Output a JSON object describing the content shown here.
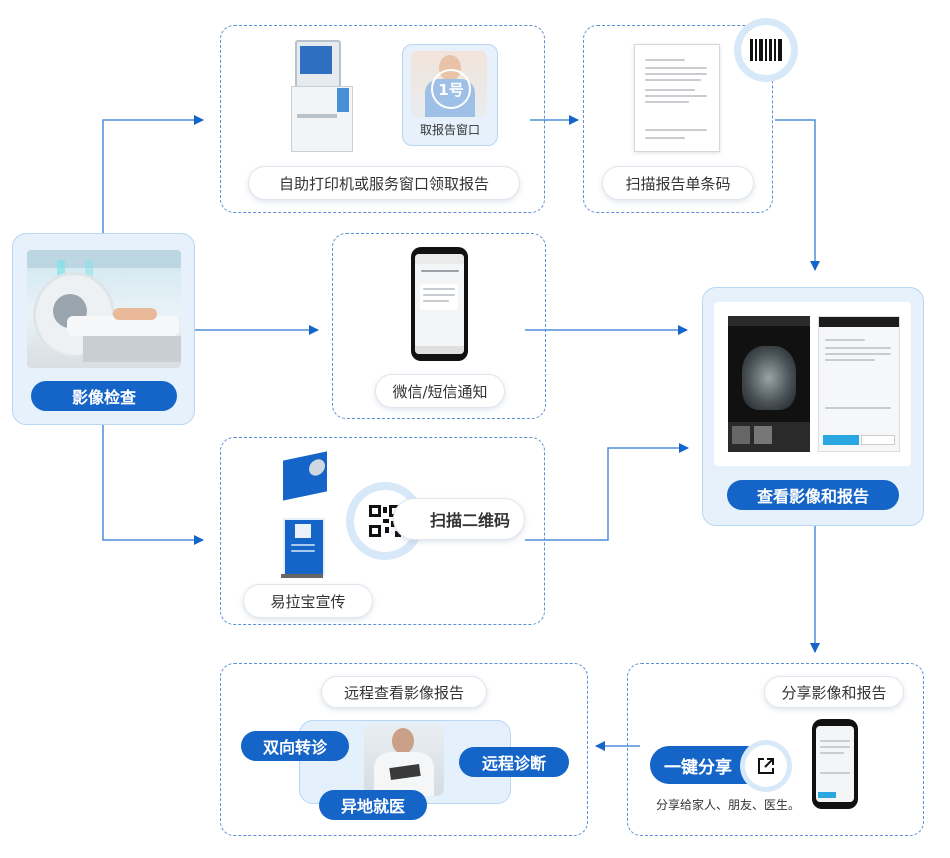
{
  "nodes": {
    "imaging_exam": "影像检查",
    "self_print": "自助打印机或服务窗口领取报告",
    "report_window": "取报告窗口",
    "window_number": "1号",
    "scan_barcode_report": "扫描报告单条码",
    "wechat_sms": "微信/短信通知",
    "banner_ad": "易拉宝宣传",
    "scan_qr": "扫描二维码",
    "view_images": "查看影像和报告",
    "share_images": "分享影像和报告",
    "one_click_share": "一键分享",
    "share_targets": "分享给家人、朋友、医生。",
    "remote_view": "远程查看影像报告",
    "two_way_referral": "双向转诊",
    "remote_diagnosis": "远程诊断",
    "offsite_care": "异地就医"
  },
  "icons": {
    "barcode": "barcode-icon",
    "qr": "qr-code-icon",
    "share": "share-icon",
    "kiosk": "kiosk-icon",
    "phone": "smartphone-icon"
  },
  "colors": {
    "accent": "#1565c8",
    "dashed_border": "#5b8fd6",
    "soft_bg": "#e6f1fc"
  }
}
